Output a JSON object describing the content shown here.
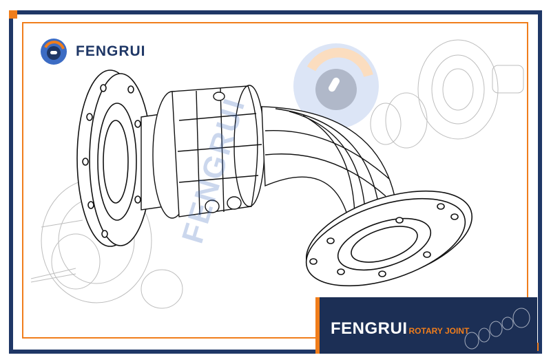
{
  "brand": {
    "logo_text": "FENGRUI",
    "logo_icon": "fengrui-logo-icon"
  },
  "watermark": {
    "text": "FENGRUI"
  },
  "banner": {
    "brand": "FENGRUI",
    "subtitle": "ROTARY JOINT"
  },
  "colors": {
    "navy": "#1f3766",
    "orange": "#f07d1b",
    "banner_bg": "#1c2f55"
  }
}
